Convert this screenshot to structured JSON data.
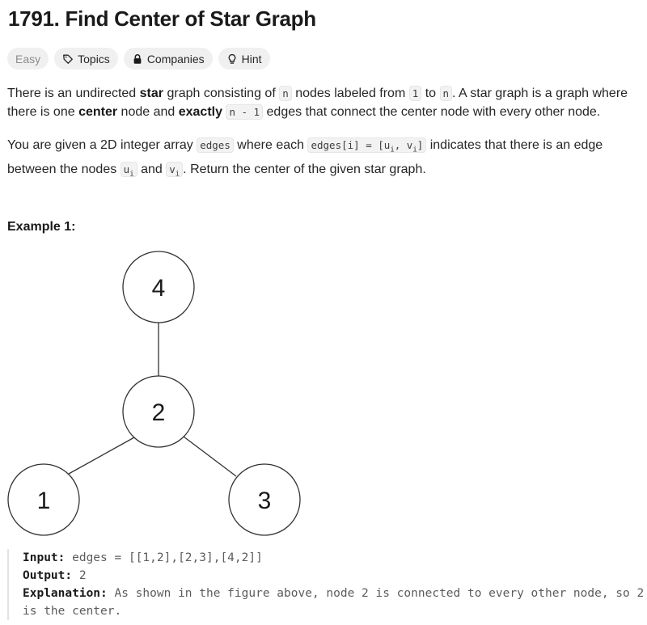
{
  "problem": {
    "title": "1791. Find Center of Star Graph"
  },
  "tags": {
    "difficulty": "Easy",
    "topics": "Topics",
    "companies": "Companies",
    "hint": "Hint"
  },
  "description": {
    "p1": {
      "t1": "There is an undirected ",
      "b1": "star",
      "t2": " graph consisting of ",
      "c1": "n",
      "t3": " nodes labeled from ",
      "c2": "1",
      "t4": " to ",
      "c3": "n",
      "t5": ". A star graph is a graph where there is one ",
      "b2": "center",
      "t6": " node and ",
      "b3": "exactly",
      "t7": " ",
      "c4": "n - 1",
      "t8": " edges that connect the center node with every other node."
    },
    "p2": {
      "t1": "You are given a 2D integer array ",
      "c1": "edges",
      "t2": " where each ",
      "c2": "edges[i] = [u",
      "c2_sub1": "i",
      "c2_mid": ", v",
      "c2_sub2": "i",
      "c2_end": "]",
      "t3": " indicates that there is an edge between the nodes ",
      "c3": "u",
      "c3_sub": "i",
      "t4": " and ",
      "c4": "v",
      "c4_sub": "i",
      "t5": ". Return the center of the given star graph."
    }
  },
  "example": {
    "title": "Example 1:",
    "graph": {
      "nodes": [
        "4",
        "2",
        "1",
        "3"
      ],
      "edges": [
        [
          "2",
          "4"
        ],
        [
          "2",
          "1"
        ],
        [
          "2",
          "3"
        ]
      ]
    },
    "input_label": "Input:",
    "input_value": " edges = [[1,2],[2,3],[4,2]]",
    "output_label": "Output:",
    "output_value": " 2",
    "explanation_label": "Explanation:",
    "explanation_value": " As shown in the figure above, node 2 is connected to every other node, so 2 is the center."
  },
  "colors": {
    "tag_bg": "#f0f0f0",
    "code_bg": "#f2f2f2",
    "text": "#262626"
  },
  "icons": {
    "topics": "tag-icon",
    "companies": "lock-icon",
    "hint": "lightbulb-icon"
  }
}
